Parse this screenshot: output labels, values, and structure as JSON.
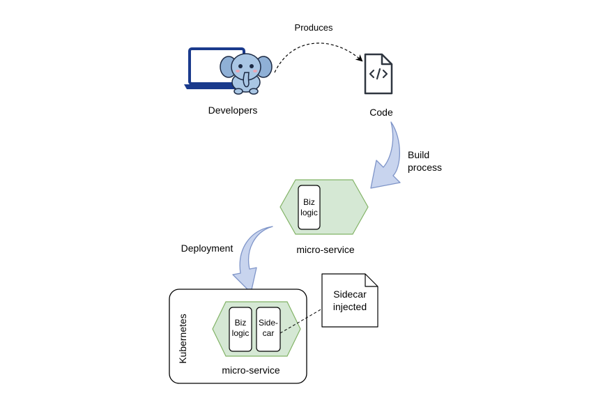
{
  "labels": {
    "produces": "Produces",
    "developers": "Developers",
    "code": "Code",
    "build_line1": "Build",
    "build_line2": "process",
    "deployment": "Deployment",
    "microservice_top": "micro-service",
    "microservice_bottom": "micro-service",
    "kubernetes": "Kubernetes",
    "note_line1": "Sidecar",
    "note_line2": "injected"
  },
  "boxes": {
    "biz_top_line1": "Biz",
    "biz_top_line2": "logic",
    "biz_bottom_line1": "Biz",
    "biz_bottom_line2": "logic",
    "sidecar_line1": "Side-",
    "sidecar_line2": "car"
  },
  "icons": {
    "developer": "laptop-with-elephant-mascot-icon",
    "code": "code-file-icon"
  },
  "colors": {
    "hexagon_fill": "#d5e8d4",
    "hexagon_stroke": "#82b366",
    "arrow_fill": "#c8d4ee",
    "arrow_stroke": "#7e94c8",
    "laptop": "#1a3a8c",
    "elephant": "#a9c6e4"
  }
}
